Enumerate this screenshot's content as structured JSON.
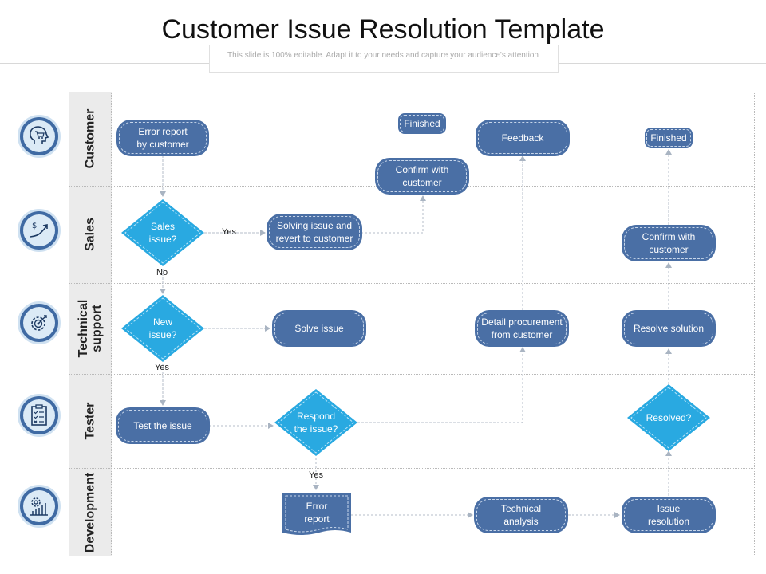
{
  "header": {
    "title": "Customer Issue Resolution Template",
    "subtitle": "This slide is 100% editable. Adapt it to your needs and capture your audience's attention"
  },
  "lanes": [
    {
      "label": "Customer",
      "icon": "customer-cart-head-icon"
    },
    {
      "label": "Sales",
      "icon": "dollar-growth-icon"
    },
    {
      "label": "Technical support",
      "label_line1": "Technical",
      "label_line2": "support",
      "icon": "gear-target-icon"
    },
    {
      "label": "Tester",
      "icon": "checklist-clipboard-icon"
    },
    {
      "label": "Development",
      "icon": "gear-chart-icon"
    }
  ],
  "nodes": {
    "error_report_by_customer": "Error report by customer",
    "error_report_by_customer_l1": "Error report",
    "error_report_by_customer_l2": "by customer",
    "finished_1": "Finished",
    "confirm_with_customer_1_l1": "Confirm with",
    "confirm_with_customer_1_l2": "customer",
    "feedback": "Feedback",
    "finished_2": "Finished",
    "sales_issue_l1": "Sales",
    "sales_issue_l2": "issue?",
    "solving_issue_l1": "Solving issue and",
    "solving_issue_l2": "revert to customer",
    "confirm_with_customer_2_l1": "Confirm with",
    "confirm_with_customer_2_l2": "customer",
    "new_issue_l1": "New",
    "new_issue_l2": "issue?",
    "solve_issue": "Solve issue",
    "detail_procurement_l1": "Detail procurement",
    "detail_procurement_l2": "from customer",
    "resolve_solution": "Resolve solution",
    "test_the_issue": "Test the issue",
    "respond_issue_l1": "Respond",
    "respond_issue_l2": "the issue?",
    "resolved": "Resolved?",
    "error_report_l1": "Error",
    "error_report_l2": "report",
    "technical_analysis_l1": "Technical",
    "technical_analysis_l2": "analysis",
    "issue_resolution_l1": "Issue",
    "issue_resolution_l2": "resolution"
  },
  "edge_labels": {
    "sales_yes": "Yes",
    "sales_no": "No",
    "new_yes": "Yes",
    "respond_yes": "Yes"
  },
  "colors": {
    "node_dark": "#4a6fa5",
    "node_light": "#29a9e1",
    "lane_label_bg": "#ebebeb",
    "icon_ring": "#3f6aa3"
  }
}
